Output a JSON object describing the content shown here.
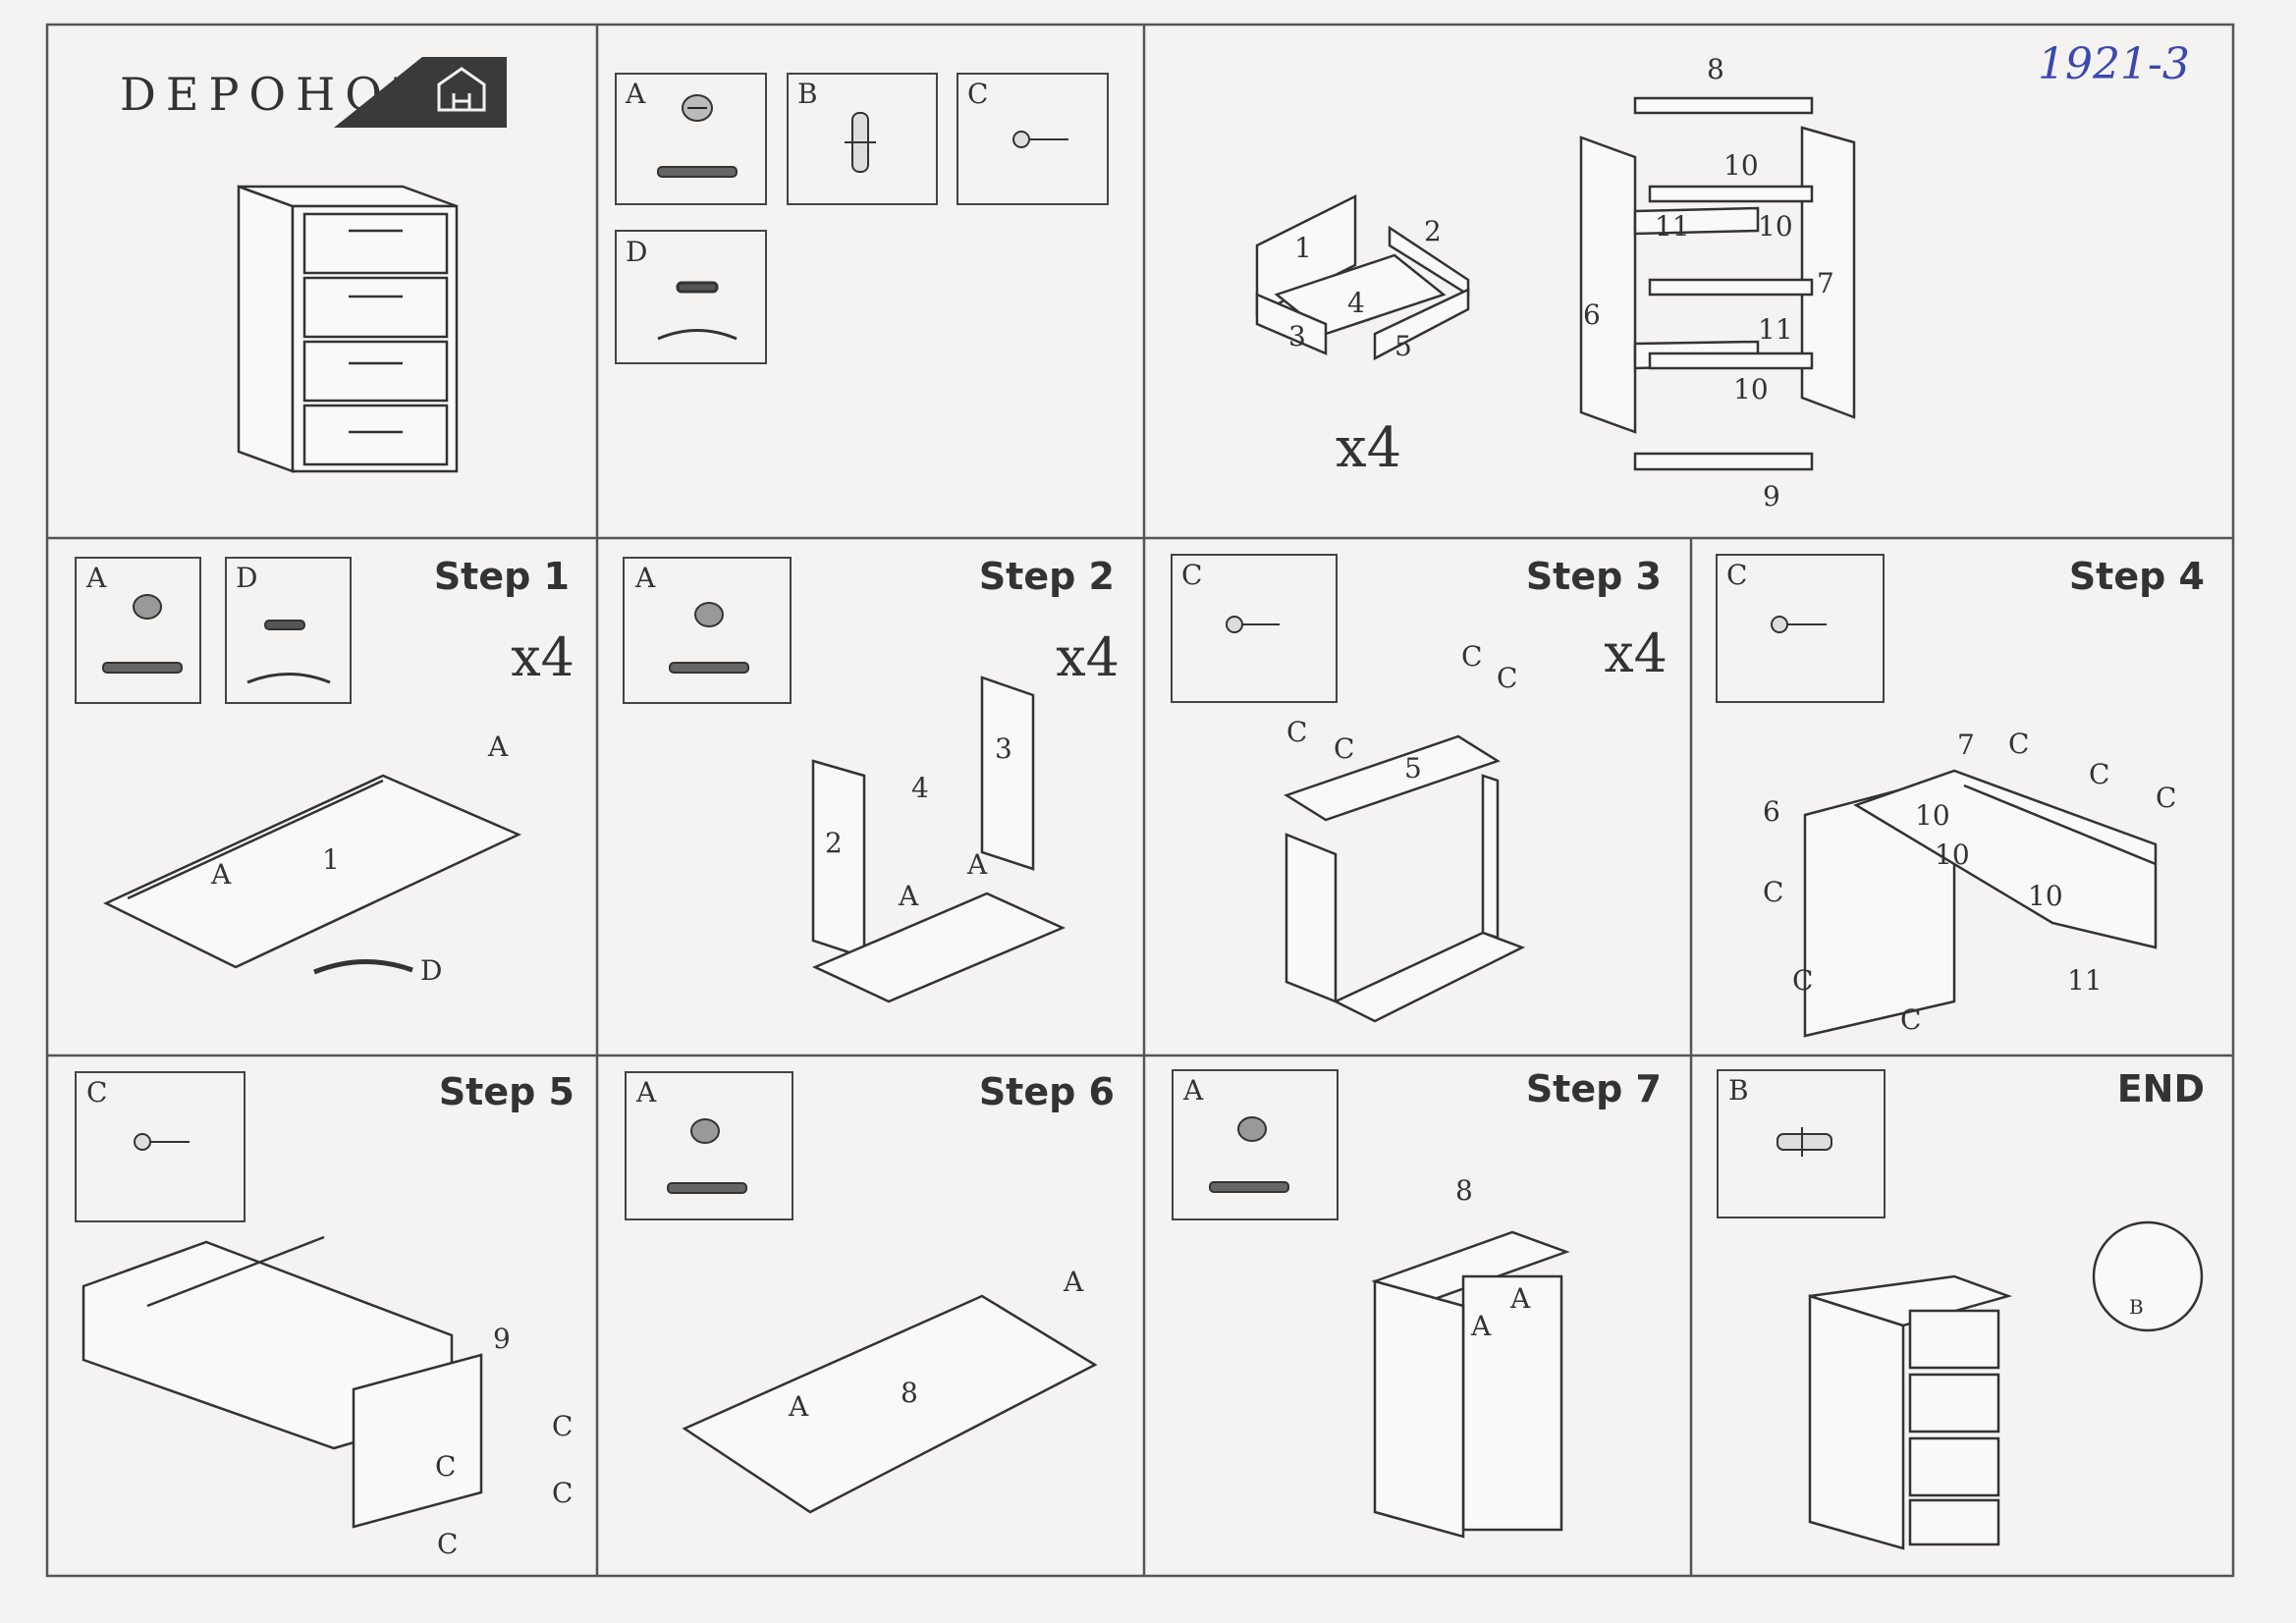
{
  "brand": {
    "name": "DEPOHOME"
  },
  "handwritten_code": "1921-3",
  "hardware": [
    {
      "letter": "A",
      "desc": "cam lock with dowel"
    },
    {
      "letter": "B",
      "desc": "dowel pin"
    },
    {
      "letter": "C",
      "desc": "screw"
    },
    {
      "letter": "D",
      "desc": "handle with screws"
    }
  ],
  "overview": {
    "drawer_qty": "x4",
    "drawer_parts": [
      "1",
      "2",
      "3",
      "4",
      "5"
    ],
    "carcass_parts": [
      "8",
      "10",
      "11",
      "10",
      "6",
      "7",
      "11",
      "10",
      "9"
    ]
  },
  "steps": [
    {
      "title": "Step 1",
      "qty": "x4",
      "parts": [
        "A",
        "A",
        "1",
        "D"
      ]
    },
    {
      "title": "Step 2",
      "qty": "x4",
      "parts": [
        "4",
        "3",
        "2",
        "A",
        "A"
      ]
    },
    {
      "title": "Step 3",
      "qty": "x4",
      "parts": [
        "C",
        "C",
        "C",
        "C",
        "5"
      ]
    },
    {
      "title": "Step 4",
      "qty": "",
      "parts": [
        "7",
        "C",
        "C",
        "C",
        "6",
        "10",
        "10",
        "10",
        "C",
        "11",
        "C",
        "C"
      ]
    },
    {
      "title": "Step 5",
      "qty": "",
      "parts": [
        "9",
        "C",
        "C",
        "C",
        "C"
      ]
    },
    {
      "title": "Step 6",
      "qty": "",
      "parts": [
        "A",
        "8",
        "A"
      ]
    },
    {
      "title": "Step 7",
      "qty": "",
      "parts": [
        "8",
        "A",
        "A"
      ]
    },
    {
      "title": "END",
      "qty": "",
      "parts": [
        "B"
      ]
    }
  ]
}
